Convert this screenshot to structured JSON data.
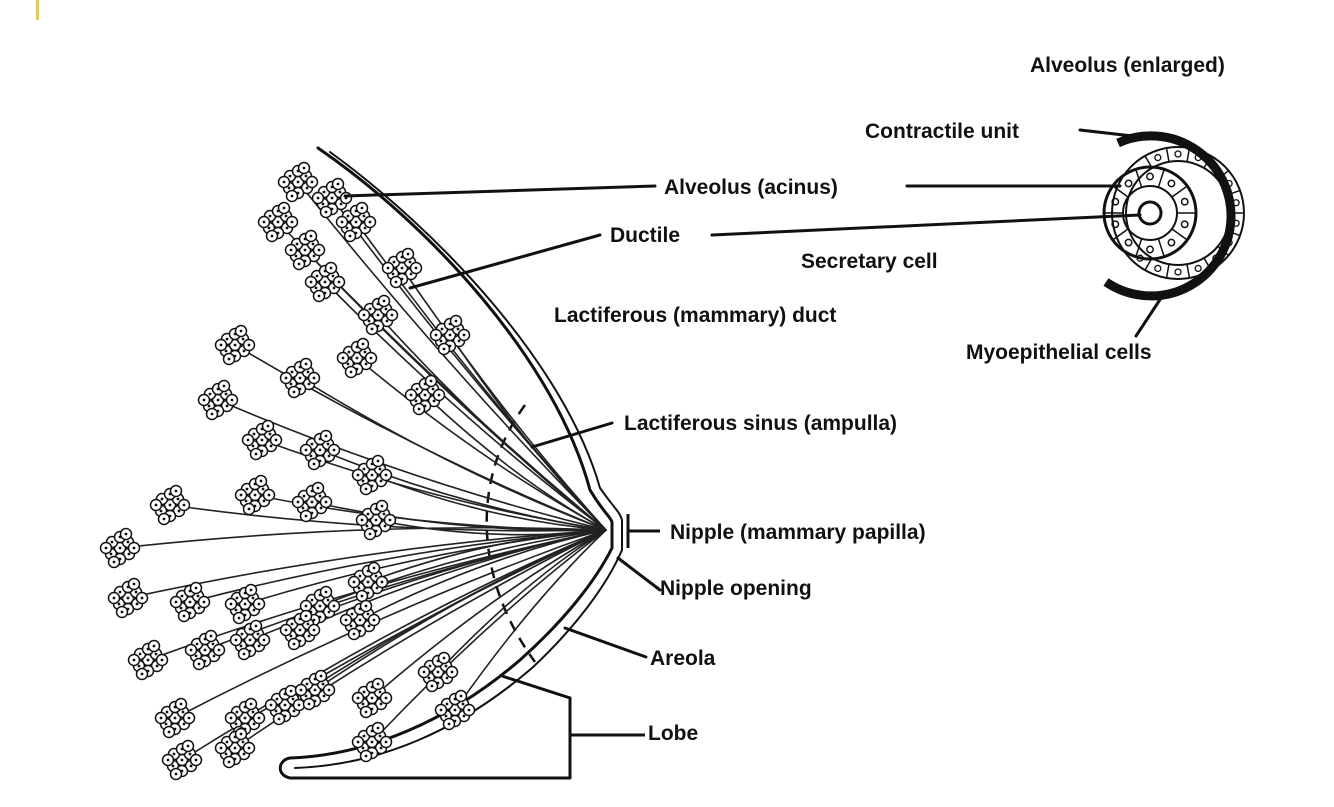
{
  "labels": {
    "alveolus_enlarged": "Alveolus (enlarged)",
    "contractile_unit": "Contractile unit",
    "alveolus_acinus": "Alveolus (acinus)",
    "ductile": "Ductile",
    "secretary_cell": "Secretary cell",
    "lactiferous_duct": "Lactiferous (mammary) duct",
    "myoepithelial_cells": "Myoepithelial cells",
    "lactiferous_sinus": "Lactiferous sinus (ampulla)",
    "nipple": "Nipple (mammary papilla)",
    "nipple_opening": "Nipple opening",
    "areola": "Areola",
    "lobe": "Lobe"
  },
  "colors": {
    "ink": "#111111",
    "background": "#ffffff",
    "accent": "#e2c860"
  }
}
